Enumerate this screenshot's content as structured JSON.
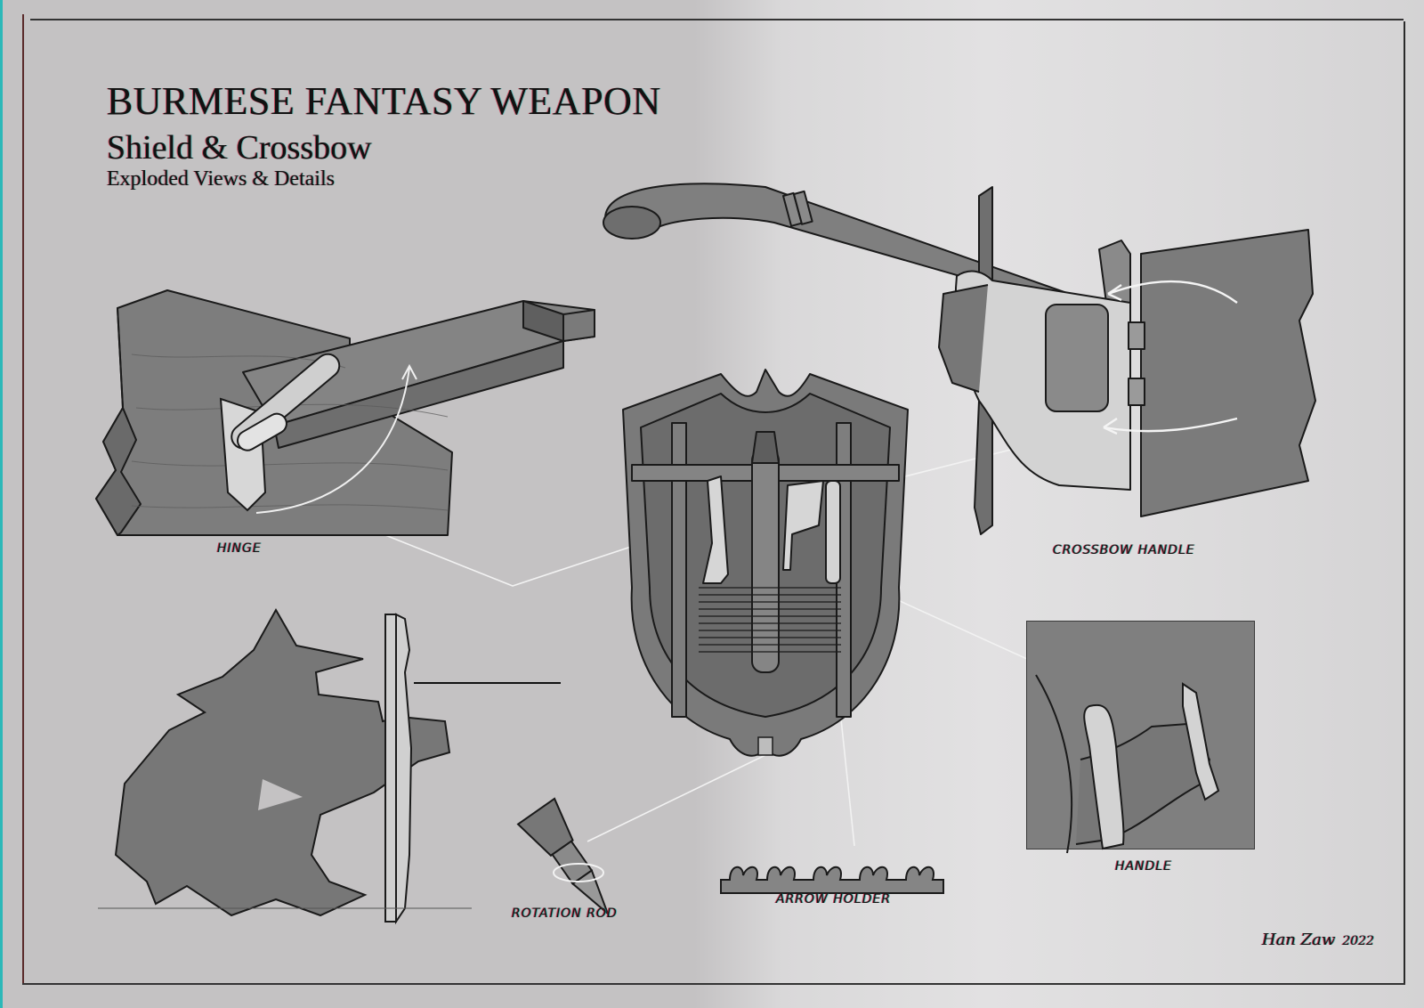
{
  "sheet": {
    "title": "BURMESE FANTASY WEAPON",
    "subtitle": "Shield & Crossbow",
    "caption": "Exploded Views & Details"
  },
  "labels": {
    "hinge": "Hinge",
    "crossbow_handle": "Crossbow   Handle",
    "handle": "Handle",
    "rotation_rod": "Rotation Rod",
    "arrow_holder": "Arrow Holder"
  },
  "signature": {
    "artist": "Han Zaw",
    "year": "2022"
  },
  "colors": {
    "paper": "#c4c2c3",
    "wood_dark": "#7a7a7a",
    "metal_light": "#d8d8d8",
    "ink": "#1a1a1a",
    "accent_edge": "#2cb8b8"
  }
}
